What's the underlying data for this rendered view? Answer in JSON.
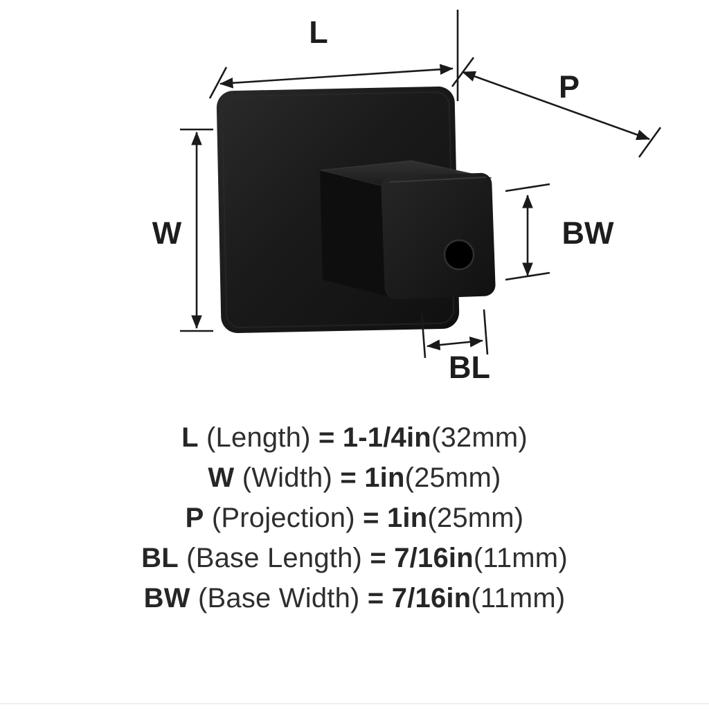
{
  "diagram": {
    "labels": {
      "length": "L",
      "projection": "P",
      "width": "W",
      "base_width": "BW",
      "base_length": "BL"
    }
  },
  "specs": {
    "lines": [
      {
        "code": "L",
        "desc": " (Length) ",
        "eq": "= ",
        "value": "1-1/4in",
        "metric": "(32mm)"
      },
      {
        "code": "W",
        "desc": " (Width) ",
        "eq": "= ",
        "value": "1in",
        "metric": "(25mm)"
      },
      {
        "code": "P",
        "desc": " (Projection) ",
        "eq": "= ",
        "value": "1in",
        "metric": "(25mm)"
      },
      {
        "code": "BL",
        "desc": " (Base Length) ",
        "eq": "= ",
        "value": "7/16in",
        "metric": "(11mm)"
      },
      {
        "code": "BW",
        "desc": " (Base Width) ",
        "eq": "= ",
        "value": "7/16in",
        "metric": "(11mm)"
      }
    ]
  },
  "colors": {
    "background": "#ffffff",
    "knob": "#1b1b1b",
    "dimension_lines": "#1a1a1a",
    "spec_text": "#2e2e2e"
  }
}
